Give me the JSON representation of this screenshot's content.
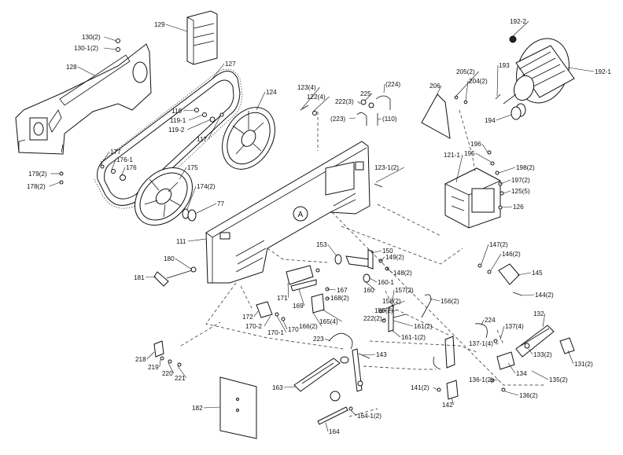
{
  "diagram": {
    "callouts": [
      "129",
      "130(2)",
      "130-1(2)",
      "128",
      "127",
      "124",
      "119",
      "119-1",
      "119-2",
      "117",
      "179(2)",
      "178(2)",
      "177",
      "176-1",
      "176",
      "175",
      "174(2)",
      "77",
      "123(4)",
      "122(4)",
      "225",
      "(224)",
      "222(3)",
      "(223)",
      "(110)",
      "206",
      "205(2)",
      "204(2)",
      "193",
      "192-2",
      "192-1",
      "194",
      "123-1(2)",
      "121-1",
      "196",
      "195",
      "198(2)",
      "197(2)",
      "125(5)",
      "126",
      "111",
      "180",
      "181",
      "153",
      "150",
      "149(2)",
      "148(2)",
      "160",
      "160-1",
      "171",
      "169",
      "167",
      "168(2)",
      "166(2)",
      "165(4)",
      "172",
      "170-2",
      "170-1",
      "170",
      "158(2)",
      "157(2)",
      "159(2)",
      "222(2)",
      "223",
      "156(2)",
      "161(2)",
      "161-1(2)",
      "147(2)",
      "146(2)",
      "145",
      "144(2)",
      "132",
      "137(4)",
      "224",
      "137-1(4)",
      "133(2)",
      "131(2)",
      "134",
      "135(2)",
      "136-1(2)",
      "136(2)",
      "141(2)",
      "142",
      "218",
      "219",
      "220",
      "221",
      "143",
      "163",
      "164-1(2)",
      "164",
      "182"
    ],
    "circle_marker": "A"
  }
}
